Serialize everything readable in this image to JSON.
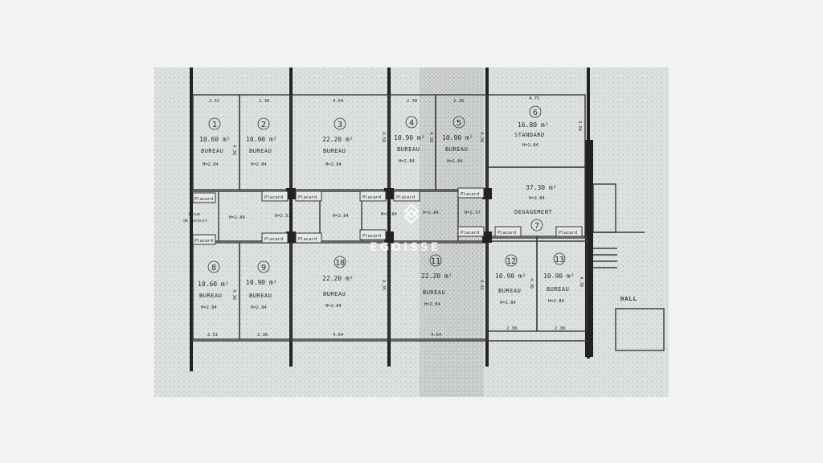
{
  "rooms_top": [
    {
      "number": "1",
      "area": "10.60 m²",
      "use": "BUREAU",
      "height": "H=2.84",
      "dim_top": "2.51",
      "dim_side": "4.36"
    },
    {
      "number": "2",
      "area": "10.90 m²",
      "use": "BUREAU",
      "height": "H=2.84",
      "dim_top": "2.38",
      "dim_side": ""
    },
    {
      "number": "3",
      "area": "22.20 m²",
      "use": "BUREAU",
      "height": "H=2.84",
      "dim_top": "4.64",
      "dim_side": "4.56"
    },
    {
      "number": "4",
      "area": "10.90 m²",
      "use": "BUREAU",
      "height": "H=2.84",
      "dim_top": "2.38",
      "dim_side": "4.30"
    },
    {
      "number": "5",
      "area": "10.90 m²",
      "use": "BUREAU",
      "height": "H=2.84",
      "dim_top": "2.38",
      "dim_side": "4.36"
    },
    {
      "number": "6",
      "area": "16.80 m²",
      "use": "STANDARD",
      "height": "H=2.84",
      "dim_top": "4.75",
      "dim_side": "3.56"
    }
  ],
  "rooms_bottom": [
    {
      "number": "8",
      "area": "10.60 m²",
      "use": "BUREAU",
      "height": "H=2.84",
      "dim_bottom": "2.51",
      "dim_side": "4.36"
    },
    {
      "number": "9",
      "area": "10.90 m²",
      "use": "BUREAU",
      "height": "H=2.84",
      "dim_bottom": "2.38",
      "dim_side": ""
    },
    {
      "number": "10",
      "area": "22.20 m²",
      "use": "BUREAU",
      "height": "H=2.84",
      "dim_bottom": "4.64",
      "dim_side": "4.35"
    },
    {
      "number": "11",
      "area": "22.20 m²",
      "use": "BUREAU",
      "height": "H=2.84",
      "dim_bottom": "4.64",
      "dim_side": "4.51"
    },
    {
      "number": "12",
      "area": "10.90 m²",
      "use": "BUREAU",
      "height": "H=2.84",
      "dim_bottom": "2.38",
      "dim_side": "4.36"
    },
    {
      "number": "13",
      "area": "10.90 m²",
      "use": "BUREAU",
      "height": "H=2.84",
      "dim_bottom": "2.38",
      "dim_side": "4.36"
    }
  ],
  "degagement": {
    "number": "7",
    "area": "37.30 m²",
    "use": "DEGAGEMENT",
    "height": "H=2.84"
  },
  "corridor_heights": [
    "H=2.84",
    "H=2.57",
    "H=2.84",
    "H=2.84",
    "H=2.84",
    "H=2.57"
  ],
  "placard_label": "Placard",
  "secours_label_1": "issue",
  "secours_label_2": "de Secours",
  "hall_label": "HALL",
  "watermark": "EGOISSE",
  "colors": {
    "ink": "#2a2a2a",
    "paper": "#dfe2e3",
    "page": "#f1f2f4"
  }
}
